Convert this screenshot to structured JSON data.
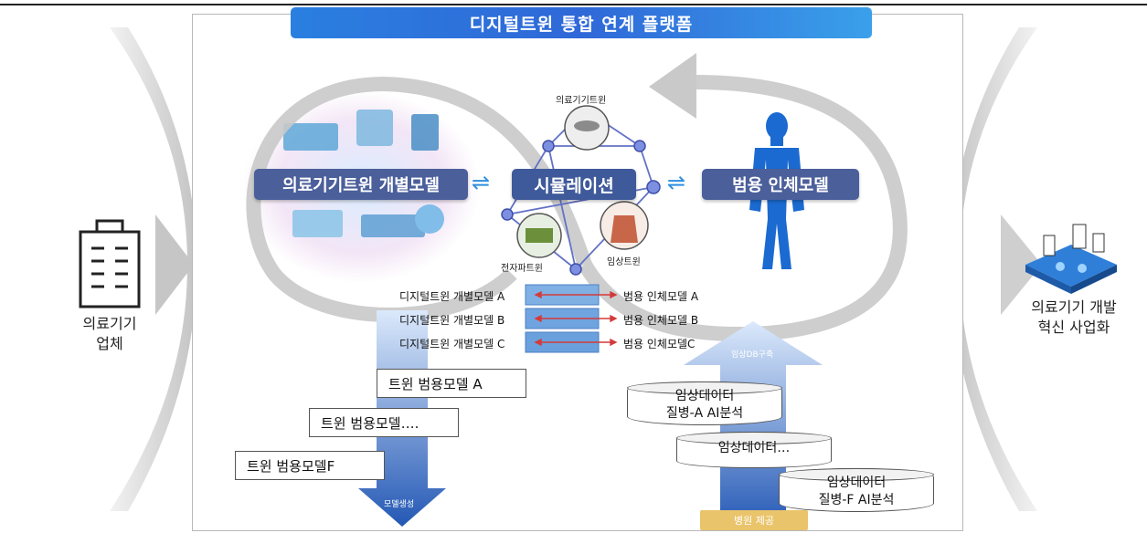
{
  "header": {
    "title": "디지털트윈 통합 연계 플랫폼"
  },
  "left": {
    "label_line1": "의료기기",
    "label_line2": "업체"
  },
  "right": {
    "label_line1": "의료기기 개발",
    "label_line2": "혁신 사업화"
  },
  "center": {
    "device_model": "의료기기트윈 개별모델",
    "simulation": "시뮬레이션",
    "body_model": "범용 인체모델",
    "node_device": "의료기기트윈",
    "node_parts": "전자파트윈",
    "node_clinical": "임상트윈",
    "exchange_arrows": "⇌"
  },
  "rows": [
    {
      "left": "디지털트윈 개별모델 A",
      "right": "범용 인체모델 A"
    },
    {
      "left": "디지털트윈 개별모델 B",
      "right": "범용 인체모델 B"
    },
    {
      "left": "디지털트윈 개별모델 C",
      "right": "범용 인체모델C"
    }
  ],
  "models": [
    {
      "label": "트윈 범용모델 A"
    },
    {
      "label": "트윈 범용모델…."
    },
    {
      "label": "트윈 범용모델F"
    }
  ],
  "left_arrow_tag": "모델생성",
  "right_arrow_tag": "임상DB구축",
  "clinical": [
    {
      "line1": "임상데이터",
      "line2": "질병-A AI분석"
    },
    {
      "line1": "임상데이터…",
      "line2": ""
    },
    {
      "line1": "임상데이터",
      "line2": "질병-F AI분석"
    }
  ],
  "hospital": "병원 제공",
  "colors": {
    "title_blue": "#2f6fdc",
    "pill": "#4b5f9b",
    "loop_gray": "#c9c9c9",
    "hospital": "#e9c46a"
  }
}
